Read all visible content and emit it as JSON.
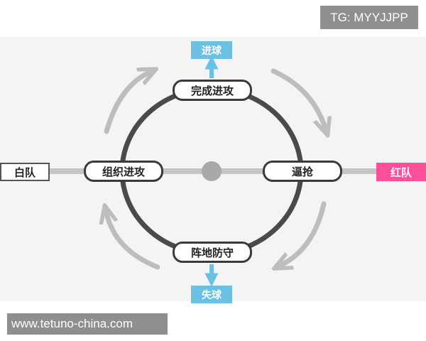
{
  "watermarks": {
    "top": "TG: MYYJJPP",
    "bottom": "www.tetuno-china.com"
  },
  "nodes": {
    "complete_attack": "完成进攻",
    "organize_attack": "组织进攻",
    "press": "逼抢",
    "positional_defense": "阵地防守"
  },
  "teams": {
    "white": "白队",
    "red": "红队"
  },
  "results": {
    "goal": "进球",
    "concede": "失球"
  },
  "colors": {
    "loop": "#4a4a4a",
    "axis": "#c4c4c4",
    "flow_arrow": "#bdbdbd",
    "result_arrow": "#6cc0e3",
    "red_team": "#ff4f9b",
    "result_box": "#6cc0e3"
  }
}
